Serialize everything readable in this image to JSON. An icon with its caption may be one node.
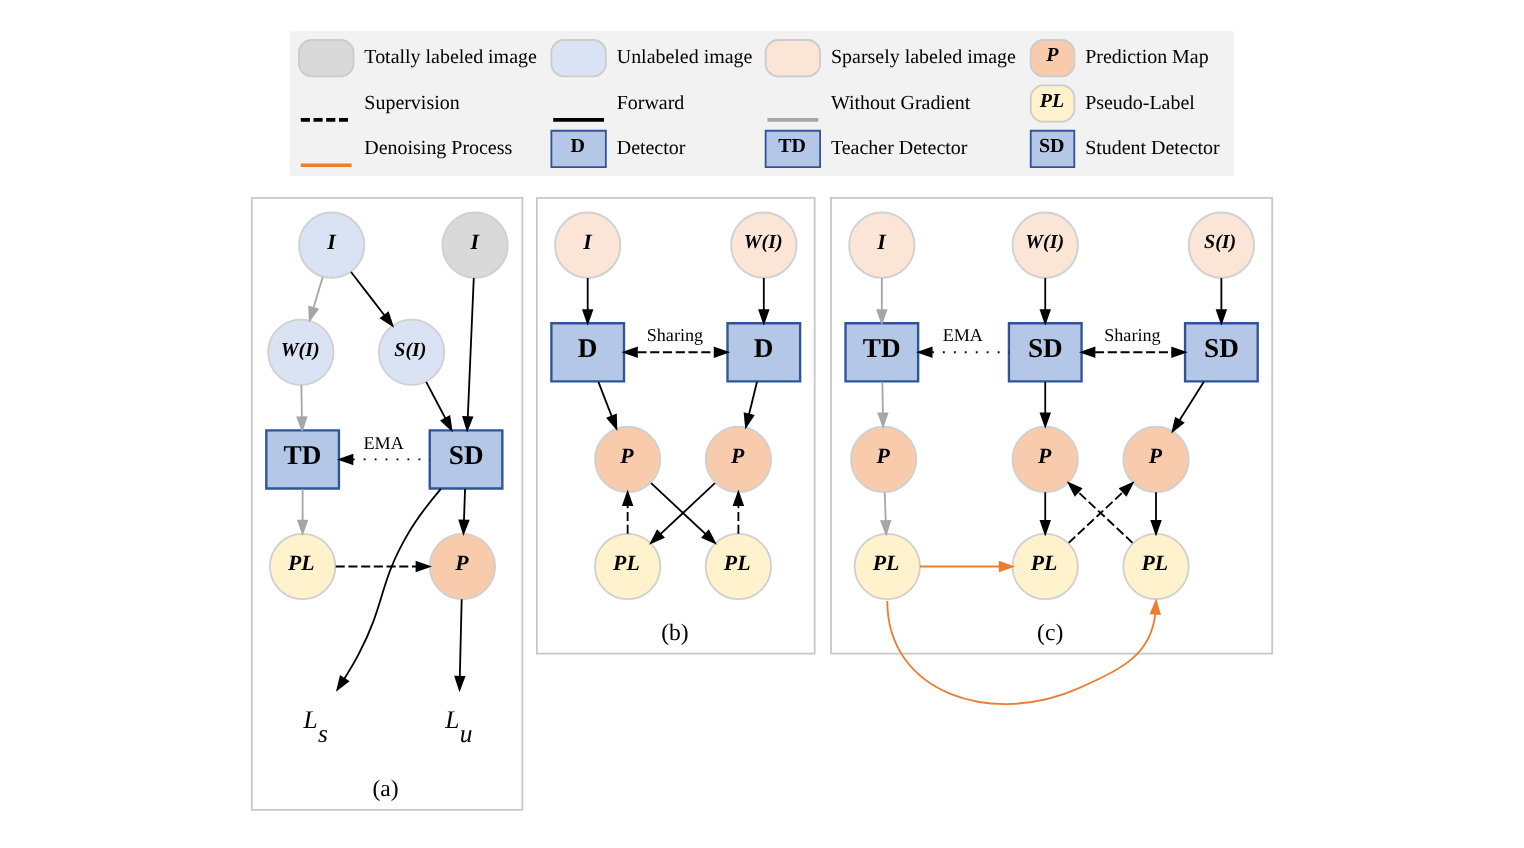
{
  "diagram": {
    "nodes": [
      {
        "text": [
          "(a)"
        ]
      },
      {
        "text": [
          "I"
        ],
        "in": 0
      },
      {
        "text": [
          "I"
        ],
        "in": 0
      },
      {
        "text": [
          "W(I)"
        ],
        "in": 0
      },
      {
        "text": [
          "S(I)"
        ],
        "in": 0
      },
      {
        "text": [
          "TD"
        ],
        "in": 0
      },
      {
        "text": [
          "SD"
        ],
        "in": 0
      },
      {
        "text": [
          "PL"
        ],
        "in": 0
      },
      {
        "text": [
          "P"
        ],
        "in": 0
      },
      {
        "text": [
          "L$_{u}$"
        ],
        "in": 0
      },
      {
        "text": [
          "L$_{s}$"
        ],
        "in": 0
      },
      {
        "text": [
          "(b)"
        ]
      },
      {
        "text": [
          "I"
        ],
        "in": 11
      },
      {
        "text": [
          "W(I)"
        ],
        "in": 11
      },
      {
        "text": [
          "D"
        ],
        "in": 11
      },
      {
        "text": [
          "D"
        ],
        "in": 11
      },
      {
        "text": [
          "P"
        ],
        "in": 11
      },
      {
        "text": [
          "P"
        ],
        "in": 11
      },
      {
        "text": [
          "PL"
        ],
        "in": 11
      },
      {
        "text": [
          "PL"
        ],
        "in": 11
      },
      {
        "text": [
          "(c)"
        ]
      },
      {
        "text": [
          "I"
        ],
        "in": 20
      },
      {
        "text": [
          "W(I)"
        ],
        "in": 20
      },
      {
        "text": [
          "S(I)"
        ],
        "in": 20
      },
      {
        "text": [
          "TD"
        ],
        "in": 20
      },
      {
        "text": [
          "SD"
        ],
        "in": 20
      },
      {
        "text": [
          "SD"
        ],
        "in": 20
      },
      {
        "text": [
          "P"
        ],
        "in": 20
      },
      {
        "text": [
          "P"
        ],
        "in": 20
      },
      {
        "text": [
          "P"
        ],
        "in": 20
      },
      {
        "text": [
          "PL"
        ],
        "in": 20
      },
      {
        "text": [
          "PL"
        ],
        "in": 20
      },
      {
        "text": [
          "PL"
        ],
        "in": 20
      }
    ],
    "edges": [
      {
        "from": 1,
        "to": 3,
        "arrow": "to",
        "color": "#a6a6a6"
      },
      {
        "from": 1,
        "to": 4,
        "arrow": "to"
      },
      {
        "from": 2,
        "to": 6,
        "arrow": "to"
      },
      {
        "from": 3,
        "to": 5,
        "arrow": "to",
        "color": "#a6a6a6"
      },
      {
        "from": 4,
        "to": 6,
        "arrow": "to"
      },
      {
        "from": 6,
        "to": 5,
        "arrow": "to",
        "label": "EMA",
        "style": "dashed"
      },
      {
        "from": 5,
        "to": 7,
        "arrow": "to",
        "color": "#a6a6a6"
      },
      {
        "from": 6,
        "to": 8,
        "arrow": "to"
      },
      {
        "from": 7,
        "to": 8,
        "arrow": "to",
        "style": "dashed"
      },
      {
        "from": 8,
        "to": 9,
        "arrow": "to"
      },
      {
        "from": 6,
        "to": 10,
        "arrow": "to"
      },
      {
        "from": 12,
        "to": 14,
        "arrow": "to"
      },
      {
        "from": 13,
        "to": 15,
        "arrow": "to"
      },
      {
        "from": 14,
        "to": 15,
        "arrow": "both",
        "label": "Sharing",
        "style": "dashed"
      },
      {
        "from": 14,
        "to": 16,
        "arrow": "to"
      },
      {
        "from": 15,
        "to": 17,
        "arrow": "to"
      },
      {
        "from": 16,
        "to": 18,
        "arrow": "to"
      },
      {
        "from": 17,
        "to": 19,
        "arrow": "to"
      },
      {
        "from": 18,
        "to": 17,
        "arrow": "to",
        "style": "dashed"
      },
      {
        "from": 19,
        "to": 16,
        "arrow": "to",
        "style": "dashed"
      },
      {
        "from": 21,
        "to": 24,
        "arrow": "to",
        "color": "#a6a6a6"
      },
      {
        "from": 22,
        "to": 25,
        "arrow": "to"
      },
      {
        "from": 23,
        "to": 26,
        "arrow": "to"
      },
      {
        "from": 25,
        "to": 24,
        "arrow": "to",
        "label": "EMA",
        "style": "dashed"
      },
      {
        "from": 25,
        "to": 26,
        "arrow": "both",
        "label": "Sharing",
        "style": "dashed"
      },
      {
        "from": 24,
        "to": 27,
        "arrow": "to",
        "color": "#a6a6a6"
      },
      {
        "from": 25,
        "to": 28,
        "arrow": "to"
      },
      {
        "from": 26,
        "to": 29,
        "arrow": "to"
      },
      {
        "from": 27,
        "to": 30,
        "arrow": "to",
        "color": "#a6a6a6"
      },
      {
        "from": 28,
        "to": 31,
        "arrow": "to"
      },
      {
        "from": 29,
        "to": 32,
        "arrow": "to"
      },
      {
        "from": 31,
        "to": 29,
        "arrow": "to",
        "style": "dashed"
      },
      {
        "from": 32,
        "to": 28,
        "arrow": "to",
        "style": "dashed"
      },
      {
        "from": 30,
        "to": 31,
        "arrow": "to",
        "color": "#ed7d31"
      },
      {
        "from": 30,
        "to": 32,
        "arrow": "to",
        "color": "#ed7d31"
      }
    ],
    "labels": [
      "P",
      "PL",
      "D",
      "TD",
      "SD"
    ],
    "legend": [
      {
        "text": "Totally labeled image",
        "color": "#d9d9d9"
      },
      {
        "text": "Unlabeled image",
        "color": "#dae3f3"
      },
      {
        "text": "Sparsely labeled image",
        "color": "#fbe5d6"
      },
      {
        "text": "Prediction Map",
        "color": "#f8cbad"
      },
      {
        "text": "Supervision"
      },
      {
        "text": "Forward"
      },
      {
        "text": "Without Gradient"
      },
      {
        "text": "Pseudo-Label",
        "color": "#fff2cc"
      },
      {
        "text": "Denoising Process"
      },
      {
        "text": "Detector",
        "color": "#b4c7e7"
      },
      {
        "text": "Teacher Detector",
        "color": "#b4c7e7"
      },
      {
        "text": "Student Detector",
        "color": "#b4c7e7"
      }
    ]
  }
}
